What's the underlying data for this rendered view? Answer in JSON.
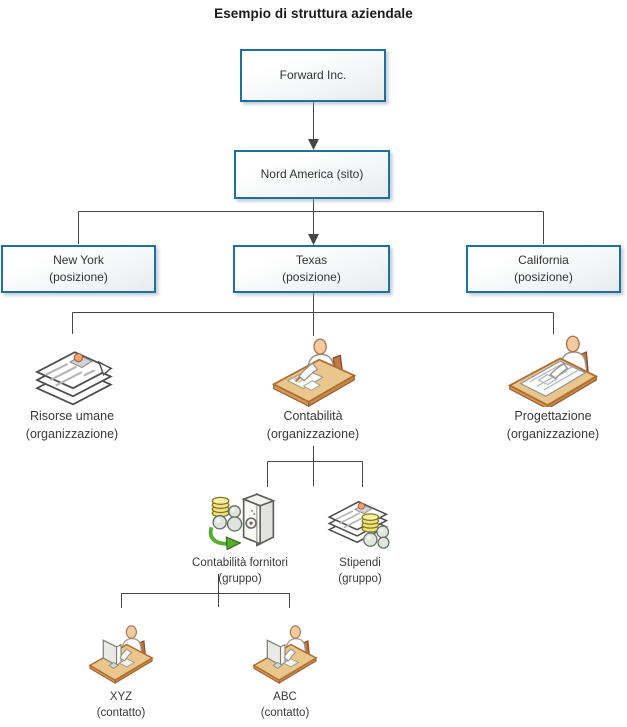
{
  "title": "Esempio di struttura aziendale",
  "colors": {
    "box_border": "#20709e",
    "box_fill_top": "#ffffff",
    "box_fill_bottom": "#e8ebed",
    "connector": "#464646",
    "label_text": "#3a3a3a"
  },
  "nodes": {
    "forward": {
      "label": "Forward Inc."
    },
    "nord_america": {
      "label": "Nord America (sito)"
    },
    "new_york": {
      "label": "New York",
      "sublabel": "(posizione)"
    },
    "texas": {
      "label": "Texas",
      "sublabel": "(posizione)"
    },
    "california": {
      "label": "California",
      "sublabel": "(posizione)"
    },
    "risorse_umane": {
      "label": "Risorse umane",
      "sublabel": "(organizzazione)",
      "icon": "resume-stack-icon"
    },
    "contabilita": {
      "label": "Contabilità",
      "sublabel": "(organizzazione)",
      "icon": "person-at-desk-icon"
    },
    "progettazione": {
      "label": "Progettazione",
      "sublabel": "(organizzazione)",
      "icon": "drafting-table-icon"
    },
    "contabilita_fornitori": {
      "label": "Contabilità fornitori",
      "sublabel": "(gruppo)",
      "icon": "safe-coins-icon"
    },
    "stipendi": {
      "label": "Stipendi",
      "sublabel": "(gruppo)",
      "icon": "papers-coins-icon"
    },
    "xyz": {
      "label": "XYZ",
      "sublabel": "(contatto)",
      "icon": "person-computer-icon"
    },
    "abc": {
      "label": "ABC",
      "sublabel": "(contatto)",
      "icon": "person-computer-icon"
    }
  }
}
